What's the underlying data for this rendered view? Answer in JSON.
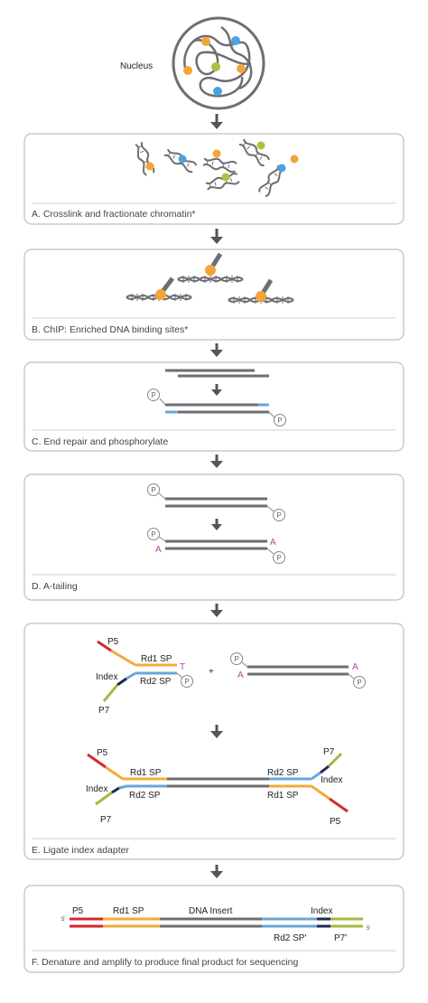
{
  "nucleus": {
    "label": "Nucleus"
  },
  "panels": [
    {
      "id": "A",
      "caption": "A. Crosslink and fractionate chromatin*"
    },
    {
      "id": "B",
      "caption": "B. ChIP: Enriched DNA binding sites*"
    },
    {
      "id": "C",
      "caption": "C. End repair and phosphorylate"
    },
    {
      "id": "D",
      "caption": "D. A-tailing"
    },
    {
      "id": "E",
      "caption": "E. Ligate index adapter"
    },
    {
      "id": "F",
      "caption": "F. Denature and amplify to produce final product for sequencing"
    }
  ],
  "symbols": {
    "phosphate": "P",
    "a_base": "A",
    "t_base": "T",
    "plus": "+",
    "five_prime": "5'"
  },
  "adapter_labels": {
    "p5": "P5",
    "p7": "P7",
    "index": "Index",
    "rd1": "Rd1 SP",
    "rd2": "Rd2 SP"
  },
  "final_labels": {
    "p5": "P5",
    "rd1": "Rd1 SP",
    "insert": "DNA Insert",
    "index": "Index",
    "rd2": "Rd2 SP'",
    "p7": "P7'"
  },
  "colors": {
    "dna": "#6d6e71",
    "panel_border": "#bfbfbf",
    "protein_orange": "#f5a43a",
    "protein_blue": "#4aa3df",
    "protein_green": "#a9c23f",
    "p5_red": "#d12a2f",
    "rd1_orange": "#f5a93b",
    "rd2_blue": "#6aa6d8",
    "index_navy": "#1e2a55",
    "p7_green": "#a4b83c",
    "a_tail_pink": "#b0479b"
  }
}
